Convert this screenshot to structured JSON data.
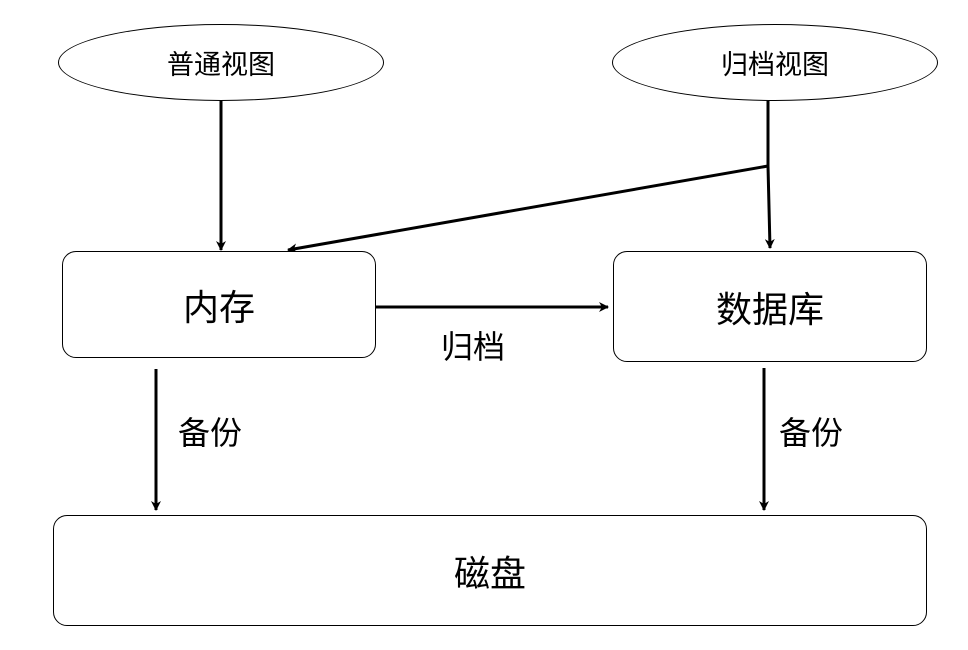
{
  "diagram": {
    "nodes": {
      "normal_view": "普通视图",
      "archive_view": "归档视图",
      "memory": "内存",
      "database": "数据库",
      "disk": "磁盘"
    },
    "edge_labels": {
      "archive": "归档",
      "backup_left": "备份",
      "backup_right": "备份"
    },
    "colors": {
      "stroke": "#000000",
      "background": "#ffffff"
    }
  }
}
